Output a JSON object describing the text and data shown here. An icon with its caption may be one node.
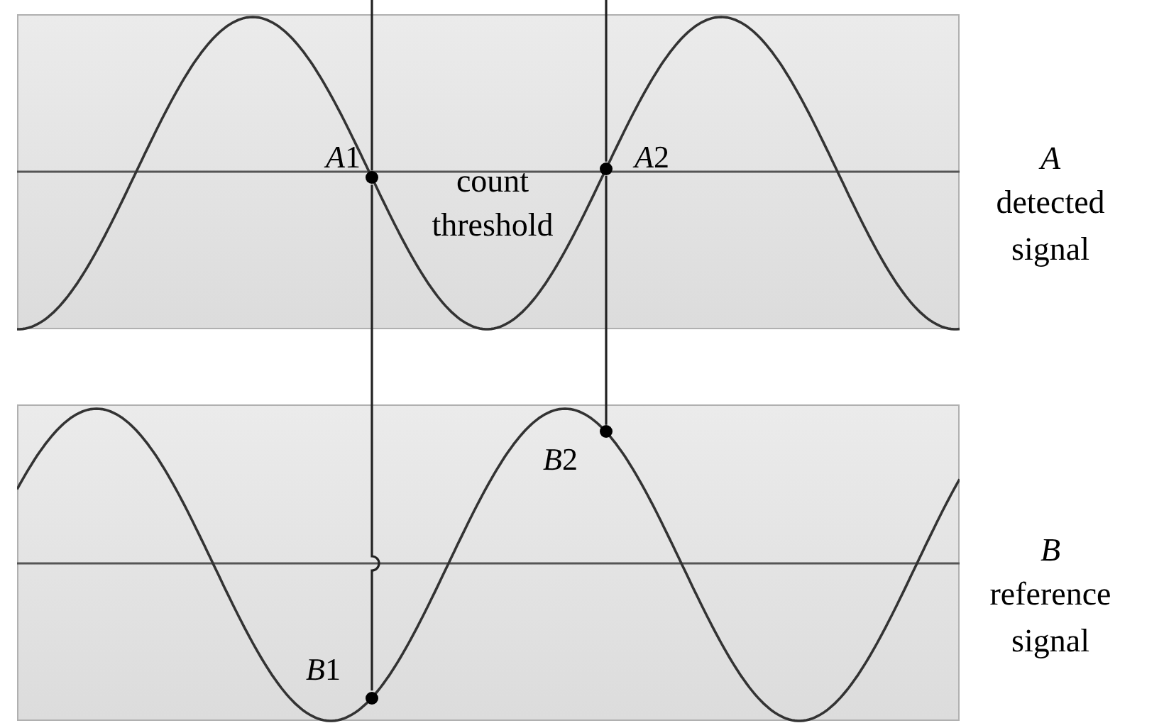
{
  "diagram": {
    "nodes": [
      {
        "text": [],
        "shape": "box"
      },
      {
        "text": [
          "A1"
        ],
        "in": 0
      },
      {
        "text": [
          "A2"
        ],
        "in": 0
      },
      {
        "text": [],
        "shape": "box"
      },
      {
        "text": [
          "B2"
        ],
        "in": 3
      },
      {
        "text": [
          "B1"
        ],
        "in": 3
      }
    ],
    "edges": [
      {
        "from": 1,
        "to": 5,
        "arrow": "none"
      },
      {
        "from": 2,
        "to": 4,
        "arrow": "none"
      }
    ],
    "labels": [
      "count threshold",
      "A",
      "detected signal",
      "B",
      "reference signal"
    ]
  }
}
